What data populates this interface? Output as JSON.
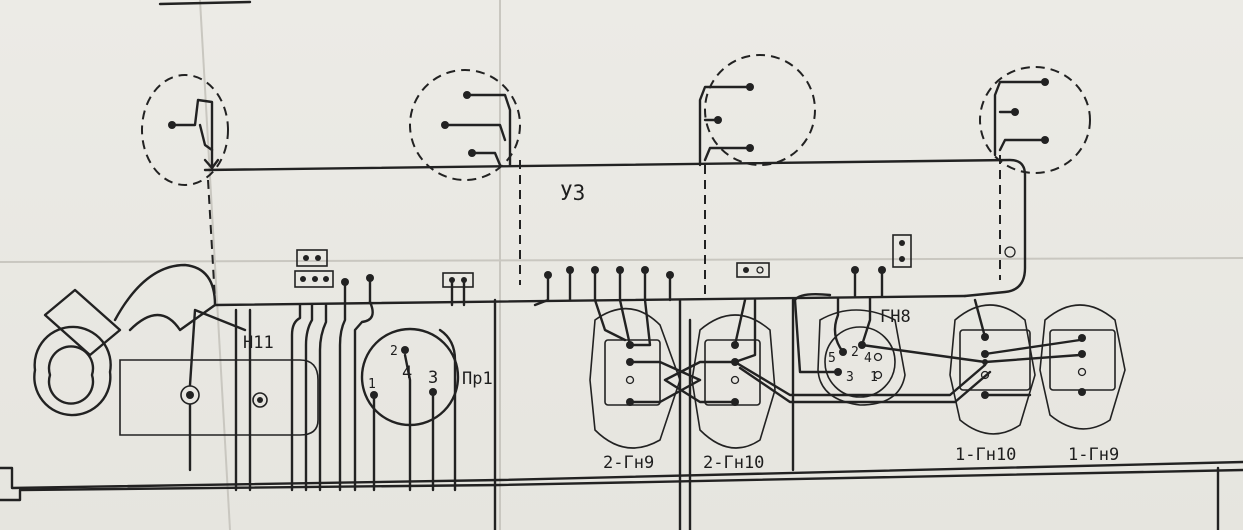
{
  "labels": {
    "board": "УЗ",
    "plug": "Н11",
    "socket_pr": "Пр1",
    "socket_gn8": "ГН8",
    "conn_2gn9": "2-Гн9",
    "conn_2gn10": "2-Гн10",
    "conn_1gn10": "1-Гн10",
    "conn_1gn9": "1-Гн9"
  },
  "pr1_pins": [
    "1",
    "2",
    "3",
    "4"
  ],
  "gn8_pins": [
    "1",
    "2",
    "3",
    "4",
    "5"
  ]
}
